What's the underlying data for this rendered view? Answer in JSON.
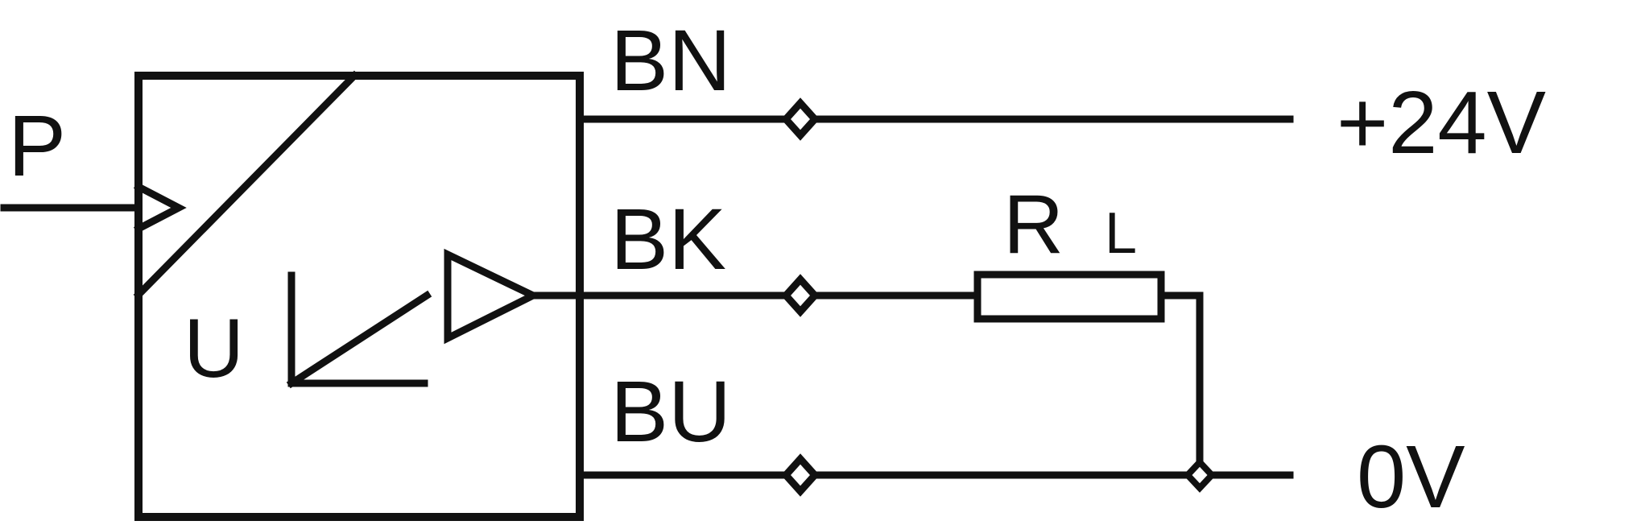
{
  "diagram": {
    "colors": {
      "line": "#111111",
      "background": "#ffffff"
    },
    "input": {
      "label": "P"
    },
    "block": {
      "output_symbol_label": "U"
    },
    "wires": {
      "brown": {
        "code": "BN",
        "supply": "+24V"
      },
      "black": {
        "code": "BK"
      },
      "blue": {
        "code": "BU",
        "supply": "0V"
      }
    },
    "load_resistor": {
      "symbol": "R",
      "subscript": "L"
    }
  }
}
